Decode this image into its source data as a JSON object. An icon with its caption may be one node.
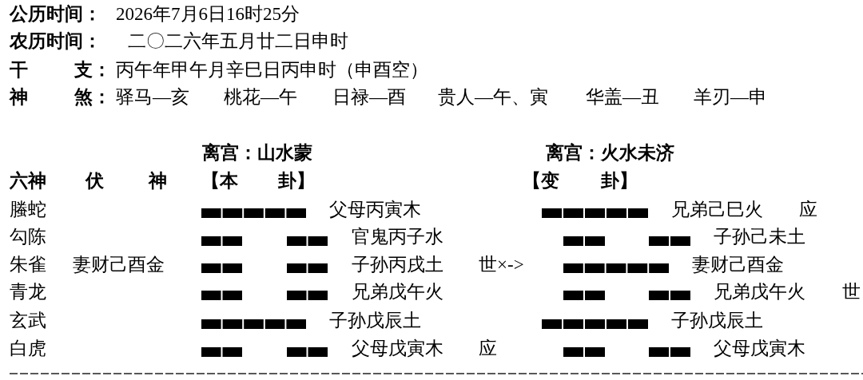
{
  "diagram": {
    "nodes": [
      {
        "text": [],
        "shape": "bar"
      },
      {
        "text": [],
        "shape": "bar"
      },
      {
        "text": [],
        "shape": "bar"
      },
      {
        "text": [],
        "shape": "bar"
      },
      {
        "text": [],
        "shape": "bar"
      },
      {
        "text": [],
        "shape": "bar"
      },
      {
        "text": [],
        "shape": "bar"
      },
      {
        "text": [],
        "shape": "bar"
      },
      {
        "text": [],
        "shape": "bar"
      },
      {
        "text": [],
        "shape": "bar"
      },
      {
        "text": [],
        "shape": "bar"
      },
      {
        "text": [],
        "shape": "bar"
      },
      {
        "text": [],
        "shape": "bar"
      },
      {
        "text": [],
        "shape": "bar"
      },
      {
        "text": [],
        "shape": "bar"
      },
      {
        "text": [],
        "shape": "bar"
      },
      {
        "text": [],
        "shape": "bar"
      },
      {
        "text": [],
        "shape": "bar"
      },
      {
        "text": [],
        "shape": "bar"
      }
    ],
    "labels": [
      "公历时间：",
      "2026年7月6日16时25分",
      "农历时间：",
      "二〇二六年五月廿二日申时",
      "干 支：",
      "丙午年甲午月辛巳日丙申时（申酉空）",
      "神 煞：",
      "驿马—亥",
      "桃花—午",
      "日禄—酉",
      "贵人—午、寅",
      "华盖—丑",
      "羊刃—申",
      "离宫：山水蒙",
      "离宫：火水未济",
      "六神",
      "伏 神",
      "【本 卦】",
      "【变 卦】",
      "螣蛇",
      "父母丙寅木",
      "兄弟己巳火",
      "应",
      "勾陈",
      "官鬼丙子水",
      "子孙己未土",
      "朱雀",
      "妻财己酉金",
      "子孙丙戌土",
      "世×->",
      "妻财己酉金",
      "青龙",
      "兄弟戊午火",
      "兄弟戊午火",
      "世",
      "玄武",
      "子孙戊辰土",
      "子孙戊辰土",
      "白虎",
      "父母戊寅木",
      "应",
      "父母戊寅木"
    ]
  }
}
